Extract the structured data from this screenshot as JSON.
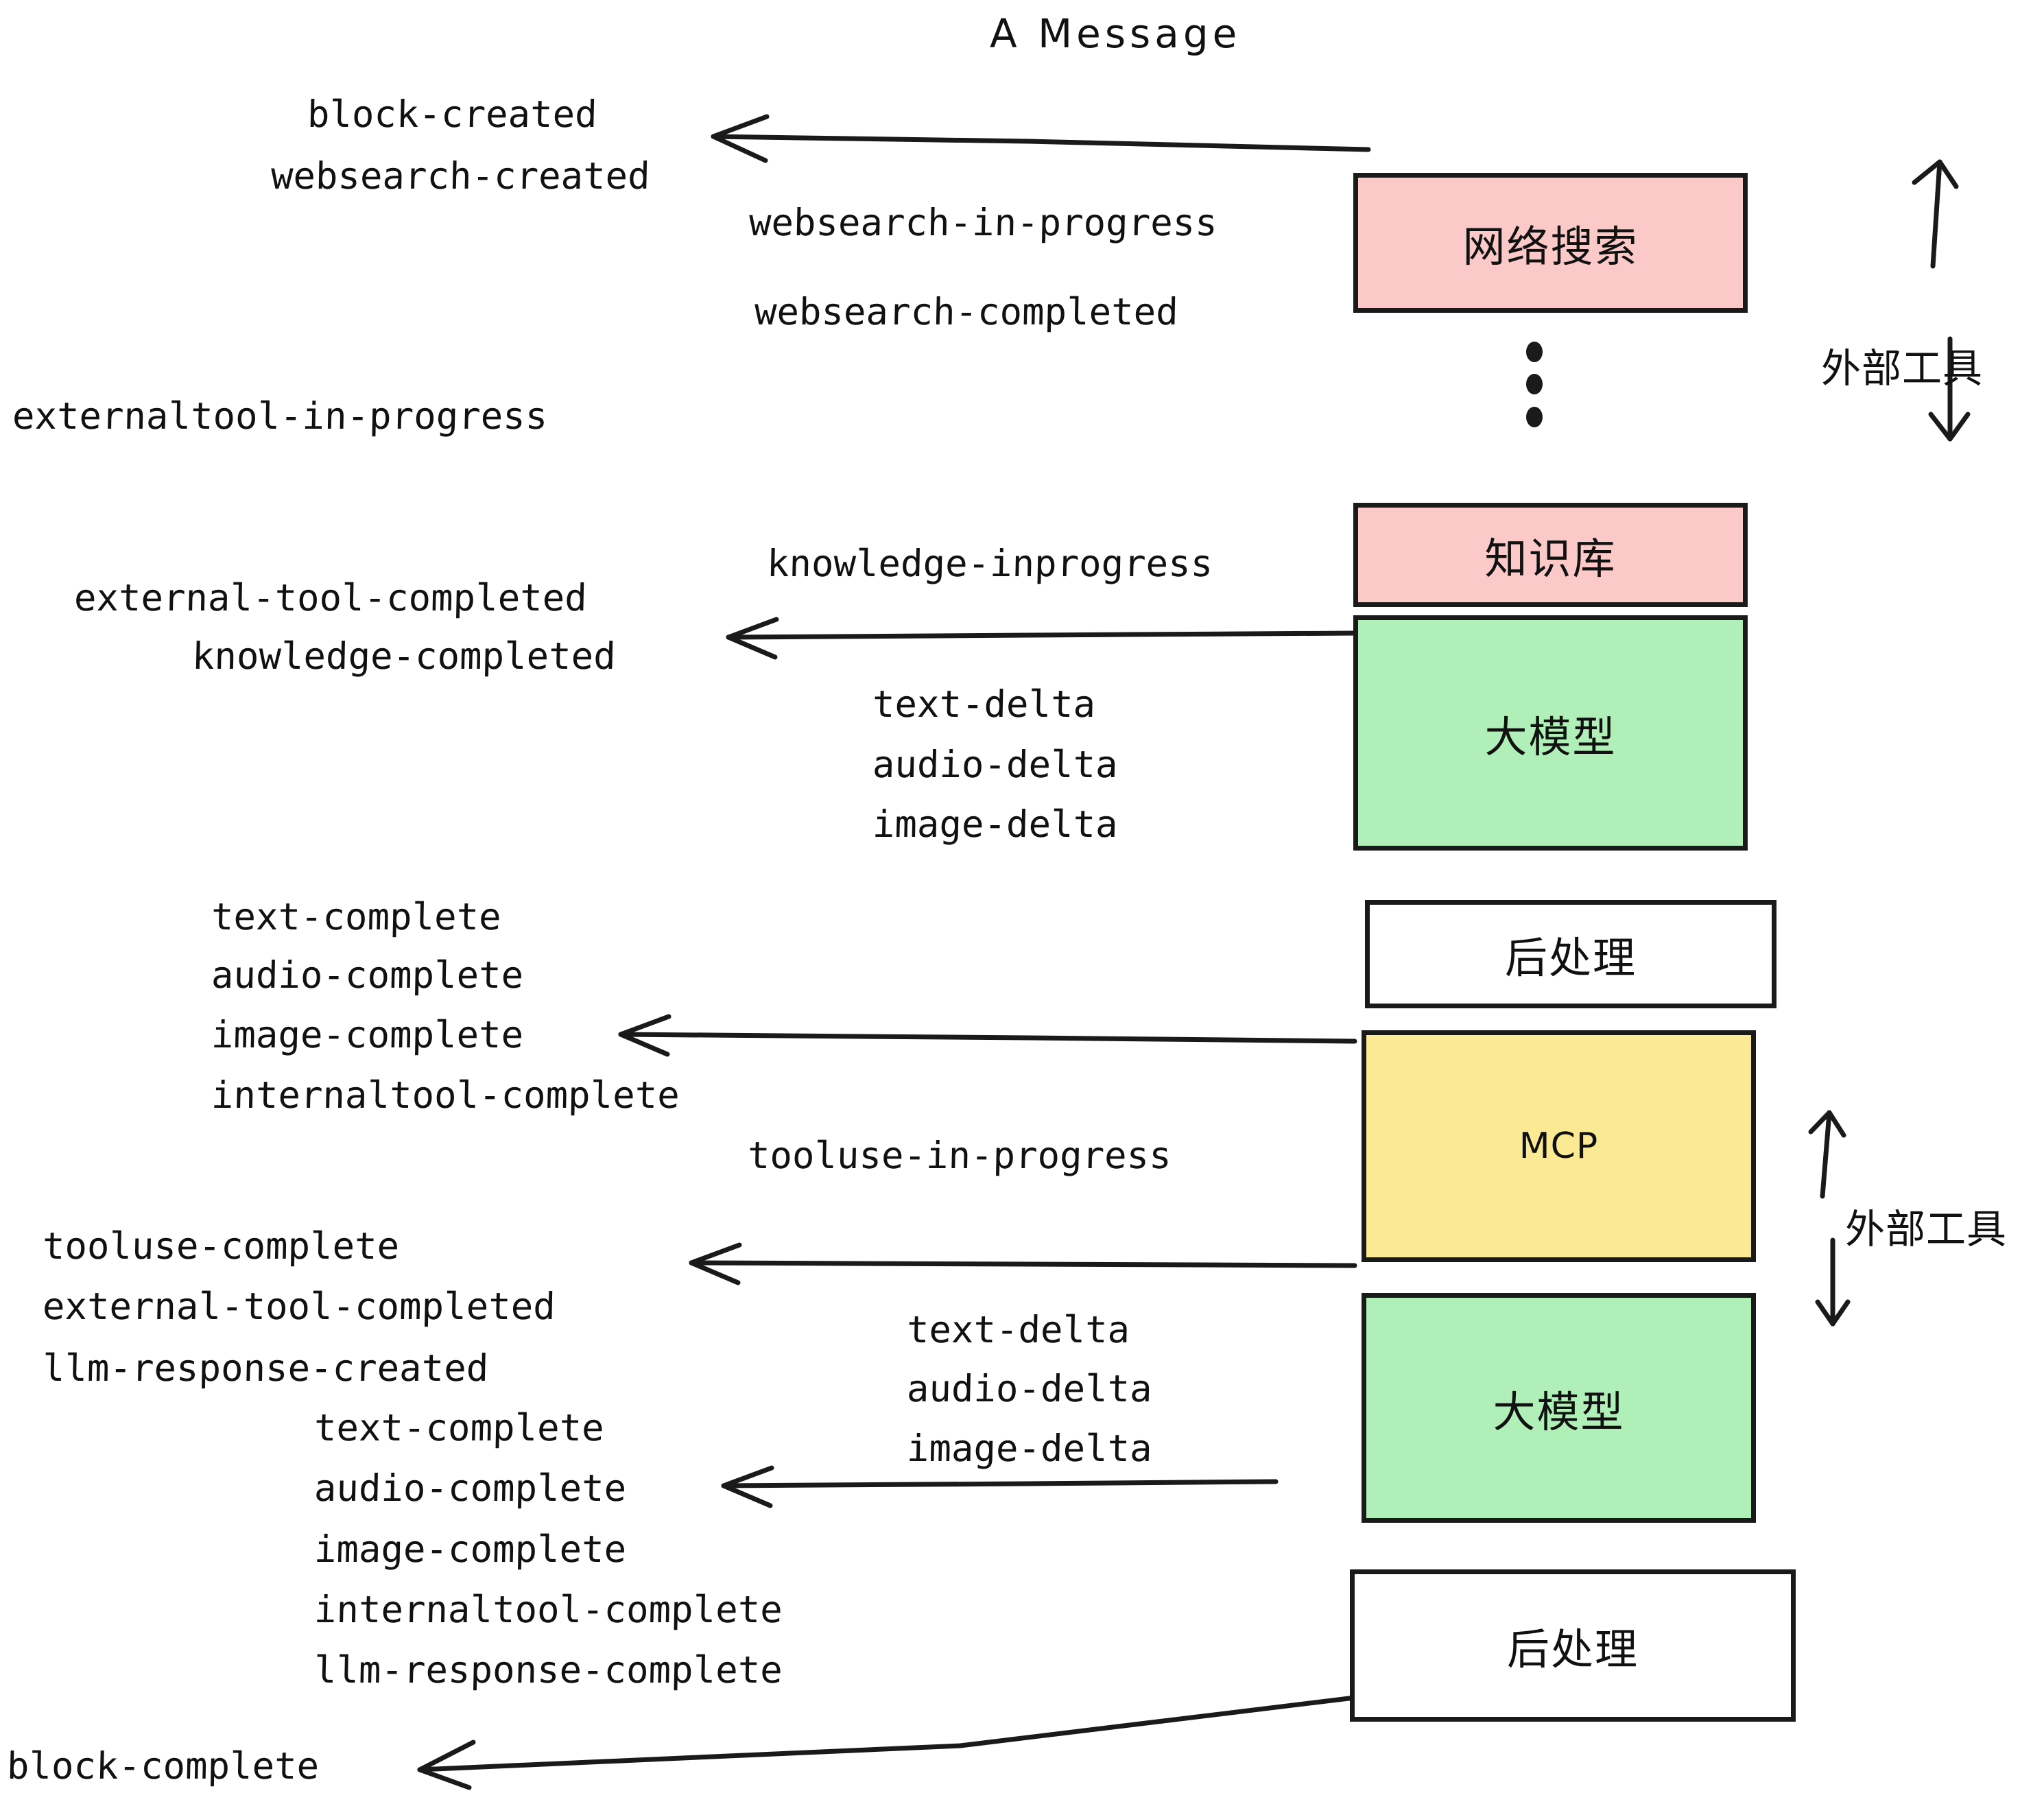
{
  "title": "A Message",
  "colors": {
    "pink": "#FCC9C9",
    "green": "#B0EFB8",
    "yellow": "#FCE994",
    "white": "#FFFFFF",
    "stroke": "#1A1A1A"
  },
  "nodes": [
    {
      "id": "websearch",
      "label": "网络搜索",
      "fill": "#FCC9C9"
    },
    {
      "id": "knowledge",
      "label": "知识库",
      "fill": "#FCC9C9"
    },
    {
      "id": "llm-top",
      "label": "大模型",
      "fill": "#B0EFB8"
    },
    {
      "id": "post-top",
      "label": "后处理",
      "fill": "#FFFFFF"
    },
    {
      "id": "mcp",
      "label": "MCP",
      "fill": "#FCE994"
    },
    {
      "id": "llm-bottom",
      "label": "大模型",
      "fill": "#B0EFB8"
    },
    {
      "id": "post-bottom",
      "label": "后处理",
      "fill": "#FFFFFF"
    }
  ],
  "side_labels": [
    {
      "id": "external-tools-top",
      "text": "外部工具"
    },
    {
      "id": "external-tools-bottom",
      "text": "外部工具"
    }
  ],
  "events": [
    {
      "id": "block-created",
      "text": "block-created"
    },
    {
      "id": "websearch-created",
      "text": "websearch-created"
    },
    {
      "id": "websearch-in-progress",
      "text": "websearch-in-progress"
    },
    {
      "id": "websearch-completed",
      "text": "websearch-completed"
    },
    {
      "id": "externaltool-in-progress",
      "text": "externaltool-in-progress"
    },
    {
      "id": "knowledge-inprogress",
      "text": "knowledge-inprogress"
    },
    {
      "id": "external-tool-completed-1",
      "text": "external-tool-completed"
    },
    {
      "id": "knowledge-completed",
      "text": "knowledge-completed"
    },
    {
      "id": "text-delta-1",
      "text": "text-delta"
    },
    {
      "id": "audio-delta-1",
      "text": "audio-delta"
    },
    {
      "id": "image-delta-1",
      "text": "image-delta"
    },
    {
      "id": "text-complete-1",
      "text": "text-complete"
    },
    {
      "id": "audio-complete-1",
      "text": "audio-complete"
    },
    {
      "id": "image-complete-1",
      "text": "image-complete"
    },
    {
      "id": "internaltool-complete-1",
      "text": "internaltool-complete"
    },
    {
      "id": "tooluse-in-progress",
      "text": "tooluse-in-progress"
    },
    {
      "id": "tooluse-complete",
      "text": "tooluse-complete"
    },
    {
      "id": "external-tool-completed-2",
      "text": "external-tool-completed"
    },
    {
      "id": "llm-response-created",
      "text": "llm-response-created"
    },
    {
      "id": "text-delta-2",
      "text": "text-delta"
    },
    {
      "id": "audio-delta-2",
      "text": "audio-delta"
    },
    {
      "id": "image-delta-2",
      "text": "image-delta"
    },
    {
      "id": "text-complete-2",
      "text": "text-complete"
    },
    {
      "id": "audio-complete-2",
      "text": "audio-complete"
    },
    {
      "id": "image-complete-2",
      "text": "image-complete"
    },
    {
      "id": "internaltool-complete-2",
      "text": "internaltool-complete"
    },
    {
      "id": "llm-response-complete",
      "text": "llm-response-complete"
    },
    {
      "id": "block-complete",
      "text": "block-complete"
    }
  ]
}
